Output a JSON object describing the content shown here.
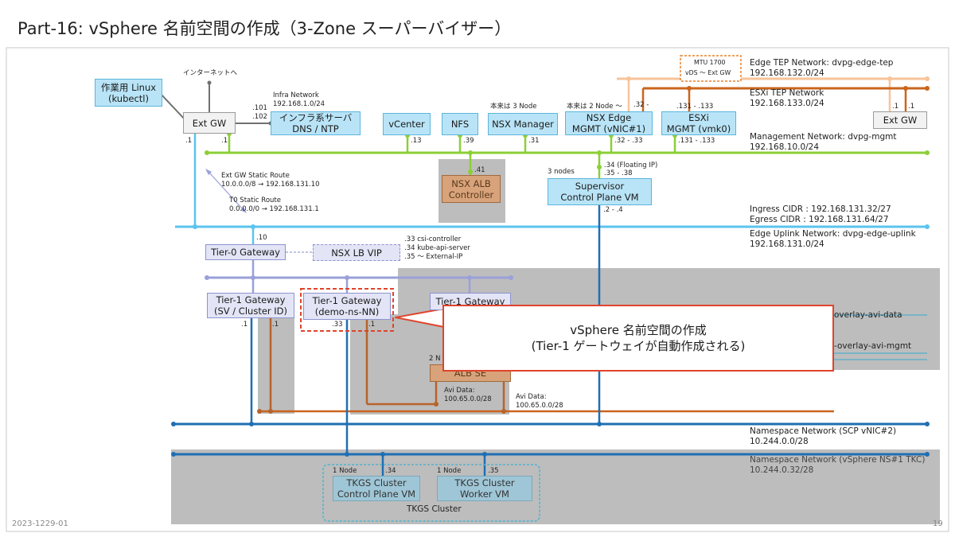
{
  "title": "Part-16: vSphere 名前空間の作成（3-Zone スーパーバイザー）",
  "footer": {
    "date": "2023-1229-01",
    "page": "19"
  },
  "colors": {
    "mgmt": "#8ccf36",
    "uplink": "#5bc4ef",
    "tier0": "#9aa0d8",
    "namespace": "#1f6fb2",
    "edge_tep": "#f7c49a",
    "esxi_tep": "#c9651c",
    "avi": "#b8632a",
    "callout": "#e0442c",
    "shade": "#bdbdbd"
  },
  "callout": {
    "line1": "vSphere 名前空間の作成",
    "line2": "(Tier-1 ゲートウェイが自動作成される)"
  },
  "boxes": {
    "linux": {
      "line1": "作業用 Linux",
      "line2": "(kubectl)"
    },
    "extgw": "Ext GW",
    "extgw2": "Ext GW",
    "infra": {
      "line1": "インフラ系サーバ",
      "line2": "DNS / NTP"
    },
    "vcenter": "vCenter",
    "nfs": "NFS",
    "nsxmgr": "NSX Manager",
    "nsxedge": {
      "line1": "NSX Edge",
      "line2": "MGMT (vNIC#1)"
    },
    "esxi": {
      "line1": "ESXi",
      "line2": "MGMT (vmk0)"
    },
    "alb": {
      "line1": "NSX ALB",
      "line2": "Controller"
    },
    "supervisor": {
      "line1": "Supervisor",
      "line2": "Control Plane VM"
    },
    "t0": "Tier-0 Gateway",
    "lbvip": "NSX LB VIP",
    "t1sv": {
      "line1": "Tier-1 Gateway",
      "line2": "(SV / Cluster ID)"
    },
    "t1demo": {
      "line1": "Tier-1 Gateway",
      "line2": "(demo-ns-NN)"
    },
    "t1third": "Tier-1 Gateway",
    "albse": "ALB SE",
    "tkgscp": {
      "line1": "TKGS Cluster",
      "line2": "Control Plane VM"
    },
    "tkgsw": {
      "line1": "TKGS Cluster",
      "line2": "Worker VM"
    },
    "tkgscluster": "TKGS Cluster",
    "mtu": {
      "line1": "MTU 1700",
      "line2": "vDS ～ Ext GW"
    }
  },
  "networks": {
    "edge_tep": {
      "name": "Edge TEP Network: dvpg-edge-tep",
      "cidr": "192.168.132.0/24"
    },
    "esxi_tep": {
      "name": "ESXi TEP Network",
      "cidr": "192.168.133.0/24"
    },
    "mgmt": {
      "name": "Management Network: dvpg-mgmt",
      "cidr": "192.168.10.0/24"
    },
    "ingress": "Ingress CIDR :  192.168.131.32/27",
    "egress": "Egress CIDR :    192.168.131.64/27",
    "uplink": {
      "name": "Edge Uplink Network: dvpg-edge-uplink",
      "cidr": "192.168.131.0/24"
    },
    "avi_data": "overlay-avi-data",
    "avi_mgmt": "-overlay-avi-mgmt",
    "ns_scp": {
      "name": "Namespace Network (SCP vNIC#2)",
      "cidr": "10.244.0.0/28"
    },
    "ns_tkc": {
      "name": "Namespace Network (vSphere NS#1 TKC)",
      "cidr": "10.244.0.32/28"
    }
  },
  "labels": {
    "internet": "インターネットへ",
    "infra_net": "Infra Network",
    "infra_cidr": "192.168.1.0/24",
    "ip101": ".101",
    "ip102": ".102",
    "extgw_d1a": ".1",
    "extgw_d1b": ".1",
    "vcenter_ip": ".13",
    "nfs_ip": ".39",
    "nsxmgr_ip": ".31",
    "edge_mgmt_ip": ".32 - .33",
    "esxi_mgmt_ip": ".131 - .133",
    "note_3node": "本来は 3 Node",
    "note_2node": "本来は 2 Node ～",
    "edge_tep_ip": ".32 -",
    "esxi_tep_ip": ".131 - .133",
    "extgw2_ip1": ".1",
    "extgw2_ip2": ".1",
    "alb_ip": ".41",
    "floating": ".34 (Floating IP)",
    "sup_range": ".35 - .38",
    "three_nodes": "3 nodes",
    "sup_ns_ip": ".2 - .4",
    "static_title": "Ext GW Static Route",
    "static_route": "10.0.0.0/8 → 192.168.131.10",
    "t0_title": "T0 Static Route",
    "t0_route": "0.0.0.0/0 → 192.168.131.1",
    "t0_ip": ".10",
    "vip_33": ".33 csi-controller",
    "vip_34": ".34 kube-api-server",
    "vip_35": ".35 ～ External-IP",
    "t1sv_a": ".1",
    "t1sv_b": ".1",
    "t1demo_a": ".33",
    "t1demo_b": ".1",
    "two_n": "2 N",
    "avi_data1": "Avi Data:",
    "avi_cidr1": "100.65.0.0/28",
    "avi_data2": "Avi Data:",
    "avi_cidr2": "100.65.0.0/28",
    "one_node_a": "1 Node",
    "one_node_b": "1 Node",
    "cp_ip": ".34",
    "w_ip": ".35"
  }
}
